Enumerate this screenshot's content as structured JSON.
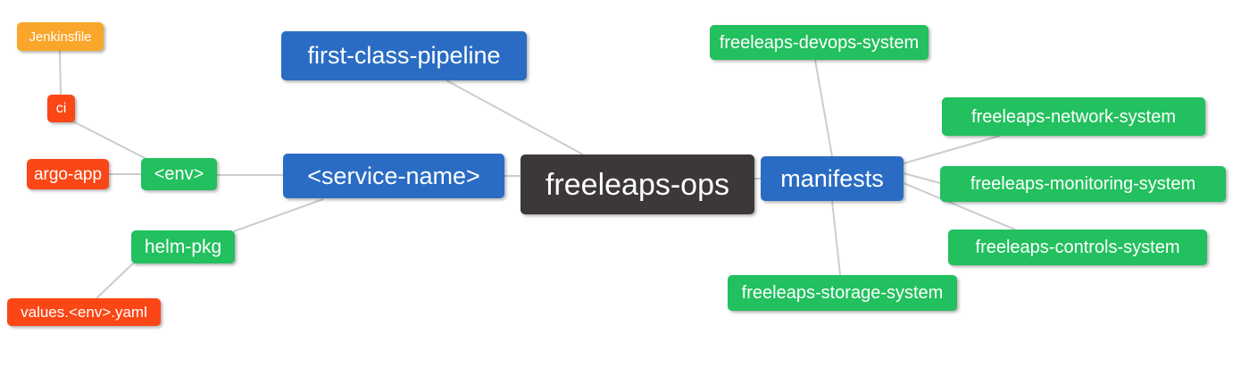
{
  "diagram": {
    "type": "mindmap",
    "root": "freeleaps-ops",
    "palette": {
      "main_topic_blue": "#2A6CC4",
      "subtopic_green": "#22C05E",
      "leaf_red": "#FB4616",
      "leaf_amber": "#F9A62B",
      "root_dark": "#3B3837",
      "edge_gray": "#CCCCCC",
      "node_text": "#FFFFFF",
      "background": "#FFFFFF"
    },
    "nodes": {
      "jenkinsfile": {
        "label": "Jenkinsfile",
        "color": "leaf_amber"
      },
      "ci": {
        "label": "ci",
        "color": "leaf_red"
      },
      "argo_app": {
        "label": "argo-app",
        "color": "leaf_red"
      },
      "env": {
        "label": "<env>",
        "color": "subtopic_green"
      },
      "first_class_pipeline": {
        "label": "first-class-pipeline",
        "color": "main_topic_blue"
      },
      "service_name": {
        "label": "<service-name>",
        "color": "main_topic_blue"
      },
      "helm_pkg": {
        "label": "helm-pkg",
        "color": "subtopic_green"
      },
      "values_env_yaml": {
        "label": "values.<env>.yaml",
        "color": "leaf_red"
      },
      "freeleaps_ops": {
        "label": "freeleaps-ops",
        "color": "root_dark"
      },
      "manifests": {
        "label": "manifests",
        "color": "main_topic_blue"
      },
      "devops_system": {
        "label": "freeleaps-devops-system",
        "color": "subtopic_green"
      },
      "network_system": {
        "label": "freeleaps-network-system",
        "color": "subtopic_green"
      },
      "monitoring_system": {
        "label": "freeleaps-monitoring-system",
        "color": "subtopic_green"
      },
      "controls_system": {
        "label": "freeleaps-controls-system",
        "color": "subtopic_green"
      },
      "storage_system": {
        "label": "freeleaps-storage-system",
        "color": "subtopic_green"
      }
    },
    "edges": [
      {
        "from": "Jenkinsfile",
        "to": "ci"
      },
      {
        "from": "ci",
        "to": "<env>"
      },
      {
        "from": "argo-app",
        "to": "<env>"
      },
      {
        "from": "<env>",
        "to": "<service-name>"
      },
      {
        "from": "helm-pkg",
        "to": "<service-name>"
      },
      {
        "from": "values.<env>.yaml",
        "to": "helm-pkg"
      },
      {
        "from": "first-class-pipeline",
        "to": "freeleaps-ops"
      },
      {
        "from": "<service-name>",
        "to": "freeleaps-ops"
      },
      {
        "from": "freeleaps-ops",
        "to": "manifests"
      },
      {
        "from": "manifests",
        "to": "freeleaps-devops-system"
      },
      {
        "from": "manifests",
        "to": "freeleaps-network-system"
      },
      {
        "from": "manifests",
        "to": "freeleaps-monitoring-system"
      },
      {
        "from": "manifests",
        "to": "freeleaps-controls-system"
      },
      {
        "from": "manifests",
        "to": "freeleaps-storage-system"
      }
    ]
  }
}
